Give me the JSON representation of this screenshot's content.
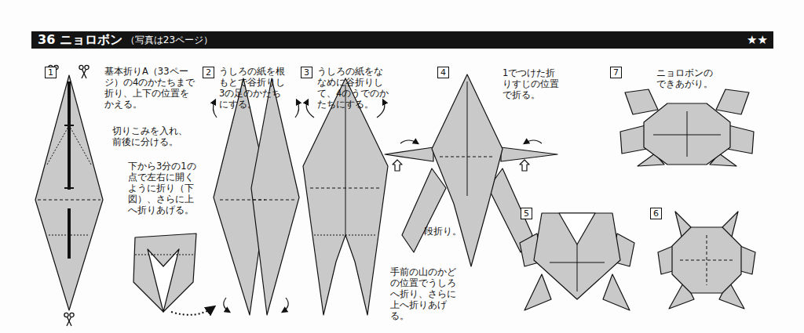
{
  "diagram": {
    "title": "36 ニョロボン",
    "nodes": [
      {
        "text": [
          "1"
        ]
      },
      {
        "text": [
          "2"
        ]
      },
      {
        "text": [
          "3"
        ]
      },
      {
        "text": [
          "4"
        ]
      },
      {
        "text": [
          "7"
        ]
      },
      {
        "text": [
          "5"
        ]
      },
      {
        "text": [
          "6"
        ]
      }
    ],
    "labels": [
      "（写真は23ページ）",
      "★★",
      "基本折りA（33ページ）の4のかたちまで折り、上下の位置をかえる。",
      "切りこみを入れ、前後に分ける。",
      "下から3分の1の点で左右に開くように折り（下図）、さらに上へ折りあげる。",
      "うしろの紙を根もとで谷折りし3の足のかたちにする。",
      "うしろの紙をななめに谷折りして、4のうでのかたちにする。",
      "1でつけた折りすじの位置で折る。",
      "段折り。",
      "手前の山のかどの位置でうしろへ折り、さらに上へ折りあげる。",
      "ニョロボンのできあがり。"
    ]
  }
}
